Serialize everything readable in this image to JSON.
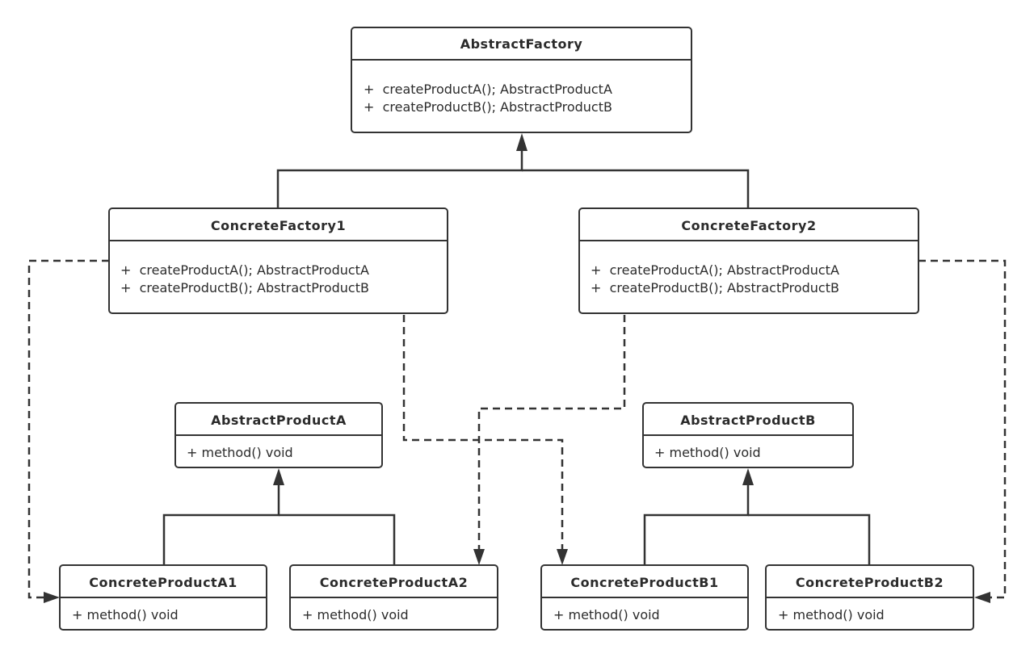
{
  "diagram": {
    "classes": {
      "abstract_factory": {
        "name": "AbstractFactory",
        "members": [
          "+  createProductA(); AbstractProductA",
          "+  createProductB(); AbstractProductB"
        ]
      },
      "concrete_factory_1": {
        "name": "ConcreteFactory1",
        "members": [
          "+  createProductA(); AbstractProductA",
          "+  createProductB(); AbstractProductB"
        ]
      },
      "concrete_factory_2": {
        "name": "ConcreteFactory2",
        "members": [
          "+  createProductA(); AbstractProductA",
          "+  createProductB(); AbstractProductB"
        ]
      },
      "abstract_product_a": {
        "name": "AbstractProductA",
        "members": [
          "+ method() void"
        ]
      },
      "abstract_product_b": {
        "name": "AbstractProductB",
        "members": [
          "+ method() void"
        ]
      },
      "concrete_product_a1": {
        "name": "ConcreteProductA1",
        "members": [
          "+ method() void"
        ]
      },
      "concrete_product_a2": {
        "name": "ConcreteProductA2",
        "members": [
          "+ method() void"
        ]
      },
      "concrete_product_b1": {
        "name": "ConcreteProductB1",
        "members": [
          "+ method() void"
        ]
      },
      "concrete_product_b2": {
        "name": "ConcreteProductB2",
        "members": [
          "+ method() void"
        ]
      }
    },
    "relations": {
      "inheritance": [
        {
          "child": "ConcreteFactory1",
          "parent": "AbstractFactory"
        },
        {
          "child": "ConcreteFactory2",
          "parent": "AbstractFactory"
        },
        {
          "child": "ConcreteProductA1",
          "parent": "AbstractProductA"
        },
        {
          "child": "ConcreteProductA2",
          "parent": "AbstractProductA"
        },
        {
          "child": "ConcreteProductB1",
          "parent": "AbstractProductB"
        },
        {
          "child": "ConcreteProductB2",
          "parent": "AbstractProductB"
        }
      ],
      "dependency": [
        {
          "from": "ConcreteFactory1",
          "to": "ConcreteProductA1"
        },
        {
          "from": "ConcreteFactory1",
          "to": "ConcreteProductB1"
        },
        {
          "from": "ConcreteFactory2",
          "to": "ConcreteProductA2"
        },
        {
          "from": "ConcreteFactory2",
          "to": "ConcreteProductB2"
        }
      ]
    }
  }
}
